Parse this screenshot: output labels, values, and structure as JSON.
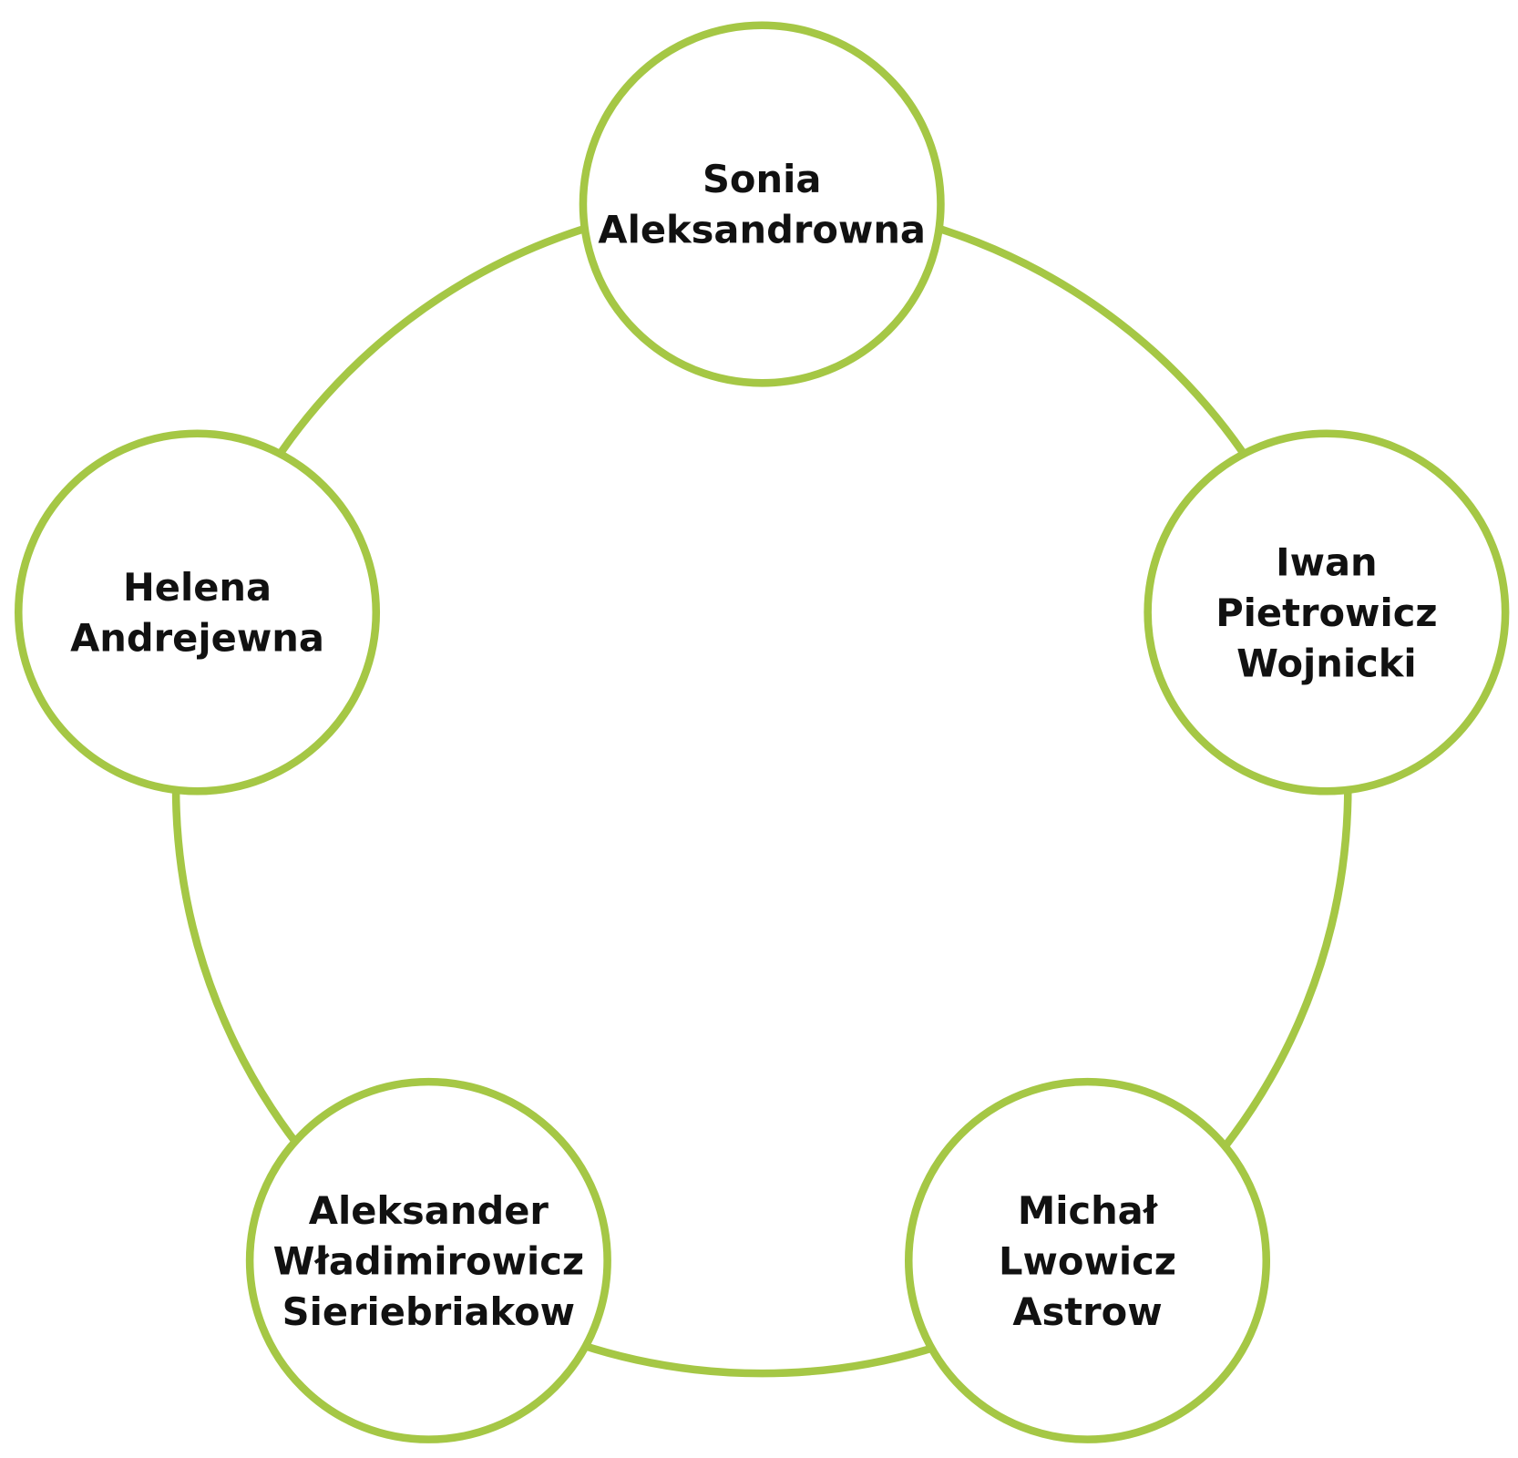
{
  "colors": {
    "ring": "#a5c745",
    "text": "#111111",
    "fill": "#ffffff"
  },
  "nodes": [
    {
      "id": "sonia",
      "lines": [
        "Sonia",
        "Aleksandrowna"
      ]
    },
    {
      "id": "iwan",
      "lines": [
        "Iwan",
        "Pietrowicz",
        "Wojnicki"
      ]
    },
    {
      "id": "michal",
      "lines": [
        "Michał",
        "Lwowicz",
        "Astrow"
      ]
    },
    {
      "id": "aleksander",
      "lines": [
        "Aleksander",
        "Władimirowicz",
        "Sieriebriakow"
      ]
    },
    {
      "id": "helena",
      "lines": [
        "Helena",
        "Andrejewna"
      ]
    }
  ]
}
